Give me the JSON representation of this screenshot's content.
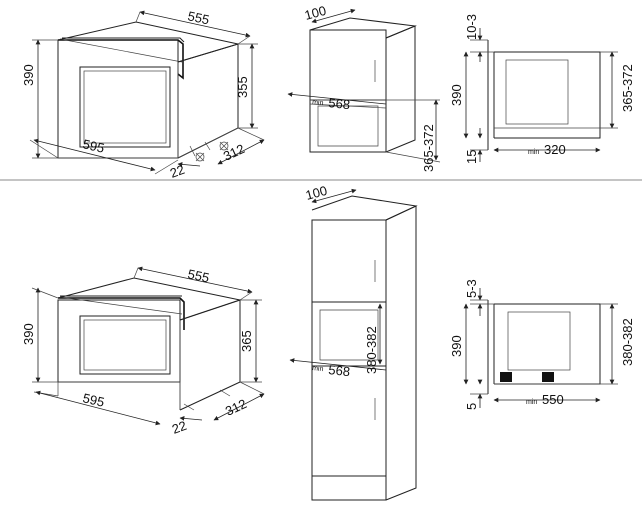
{
  "top": {
    "oven": {
      "width": "555",
      "height": "390",
      "depth": "355",
      "front_width": "595",
      "bottom_depth": "312",
      "foot": "22"
    },
    "cabinet": {
      "top": "100",
      "depth_min": "568",
      "min_prefix": "min",
      "opening": "365-372"
    },
    "section": {
      "top_gap": "10-3",
      "height": "390",
      "opening": "365-372",
      "bottom_gap": "15",
      "depth_min": "320",
      "min_prefix": "min"
    }
  },
  "bottom": {
    "oven": {
      "width": "555",
      "height": "390",
      "depth": "365",
      "front_width": "595",
      "bottom_depth": "312",
      "foot": "22"
    },
    "cabinet": {
      "top": "100",
      "depth_min": "568",
      "min_prefix": "min",
      "opening": "380-382"
    },
    "section": {
      "top_gap": "5-3",
      "height": "390",
      "opening": "380-382",
      "bottom_gap": "5",
      "depth_min": "550",
      "min_prefix": "min"
    }
  }
}
